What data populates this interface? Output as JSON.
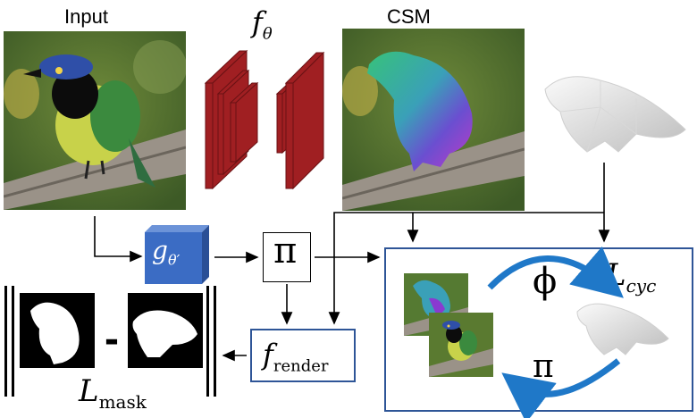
{
  "labels": {
    "input": "Input",
    "csm": "CSM",
    "f_theta": "f",
    "f_theta_sub": "θ",
    "g_theta": "g",
    "g_theta_sub": "θ′",
    "pi_center": "π",
    "f_render": "f",
    "f_render_sub": "render",
    "l_mask": "L",
    "l_mask_sub": "mask",
    "phi": "ϕ",
    "l_cyc": "L",
    "l_cyc_sub": "cyc",
    "pi_cycle": "π",
    "minus": "-"
  },
  "icons": [
    "bird-photo",
    "network-layers",
    "csm-bird-photo",
    "3d-bird-template",
    "mask-silhouette"
  ],
  "colors": {
    "net_red": "#a01f22",
    "g_blue": "#3b6cc4",
    "frame_blue": "#2e5597",
    "arrow_blue": "#1f78c8"
  }
}
